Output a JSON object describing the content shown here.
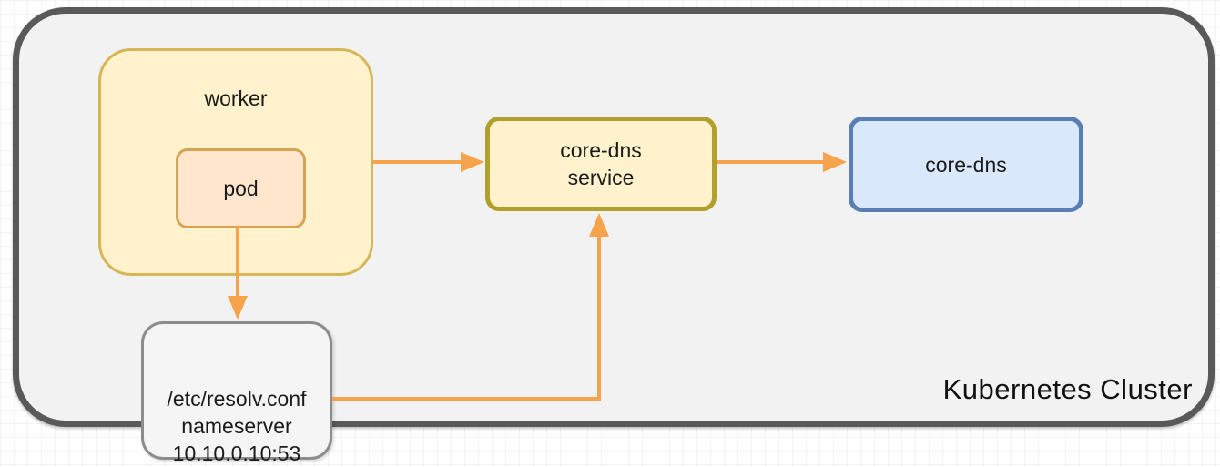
{
  "diagram": {
    "cluster_label": "Kubernetes Cluster",
    "nodes": {
      "worker": {
        "label": "worker"
      },
      "pod": {
        "label": "pod"
      },
      "core_dns_service": {
        "label": "core-dns\nservice"
      },
      "core_dns": {
        "label": "core-dns"
      },
      "resolv_conf": {
        "label": "/etc/resolv.conf\nnameserver\n10.10.0.10:53"
      }
    },
    "edges": [
      {
        "from": "worker",
        "to": "core-dns-service"
      },
      {
        "from": "core-dns-service",
        "to": "core-dns"
      },
      {
        "from": "pod",
        "to": "resolv-conf"
      },
      {
        "from": "resolv-conf",
        "to": "core-dns-service"
      }
    ],
    "colors": {
      "arrow": "#F6A44B",
      "worker_fill": "#FFF2CC",
      "worker_border": "#D6B656",
      "pod_fill": "#FFE6CC",
      "pod_border": "#D6A254",
      "service_fill": "#FFF2CC",
      "service_border": "#B1A02C",
      "coredns_fill": "#DAE8FC",
      "coredns_border": "#5A7FB5",
      "resolv_fill": "#F5F5F5",
      "resolv_border": "#8C8C8C",
      "cluster_fill": "#F2F2F2",
      "cluster_border": "#595959"
    }
  }
}
